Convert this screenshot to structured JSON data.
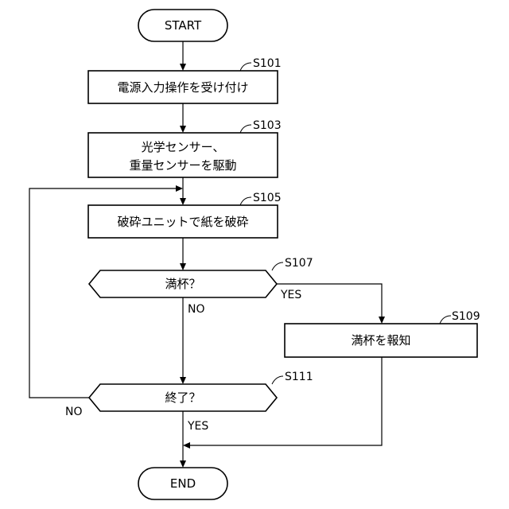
{
  "flowchart": {
    "start": "START",
    "end": "END",
    "steps": {
      "s101": {
        "id": "S101",
        "text": "電源入力操作を受け付け"
      },
      "s103": {
        "id": "S103",
        "line1": "光学センサー、",
        "line2": "重量センサーを駆動"
      },
      "s105": {
        "id": "S105",
        "text": "破砕ユニットで紙を破砕"
      },
      "s107": {
        "id": "S107",
        "text": "満杯？"
      },
      "s109": {
        "id": "S109",
        "text": "満杯を報知"
      },
      "s111": {
        "id": "S111",
        "text": "終了？"
      }
    },
    "branches": {
      "s107_yes": "YES",
      "s107_no": "NO",
      "s111_yes": "YES",
      "s111_no": "NO"
    }
  }
}
